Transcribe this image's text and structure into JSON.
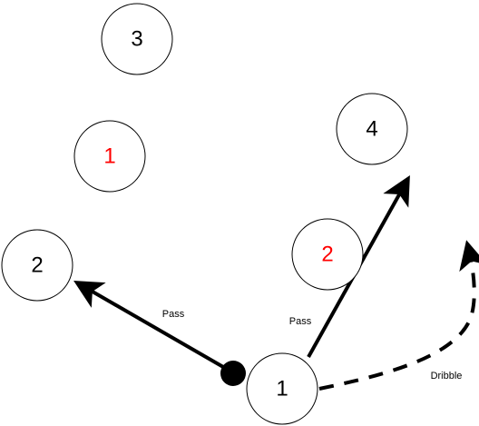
{
  "colors": {
    "offense": "#000000",
    "defense": "#ff0000",
    "stroke": "#000000",
    "background": "#ffffff"
  },
  "players": {
    "offense_1": "1",
    "offense_2": "2",
    "offense_3": "3",
    "offense_4": "4",
    "defense_1": "1",
    "defense_2": "2"
  },
  "edges": {
    "pass_left": "Pass",
    "pass_right": "Pass",
    "dribble": "Dribble"
  }
}
